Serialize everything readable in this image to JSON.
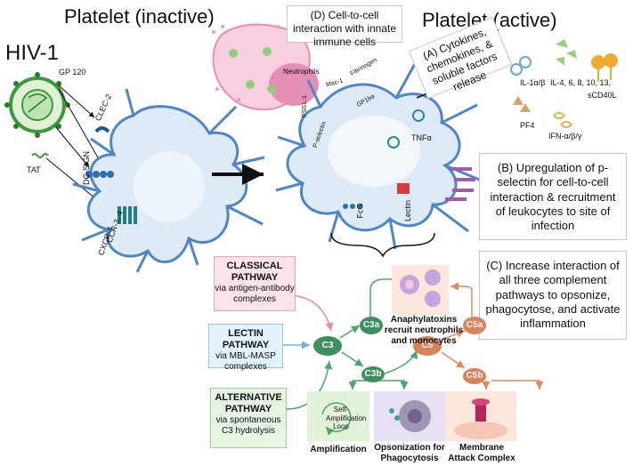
{
  "titles": {
    "platelet_inactive": "Platelet (inactive)",
    "platelet_active": "Platelet (active)",
    "hiv": "HIV-1"
  },
  "virus_labels": {
    "gp120": "GP 120",
    "tat": "TAT",
    "clec2": "CLEC-2",
    "dcsign": "DC-SIGN",
    "receptors": "CCR-3, 4",
    "cxcr": "CXCR-4"
  },
  "section_d": {
    "text": "(D) Cell-to-cell interaction with innate immune cells",
    "neutrophils": "Neutrophils",
    "psgl1": "PSGL-1",
    "mac1": "Mac-1",
    "fibrinogen": "Fibrinogen",
    "gp1b": "GP1ba",
    "p_selectin": "P-selectin"
  },
  "section_a": {
    "text": "(A) Cytokines, chemokines, & soluble factors release",
    "il1": "IL-1α/β",
    "ils": "IL-4, 6, 8, 10, 13,",
    "ifn": "IFN-α/β/γ",
    "pf4": "PF4",
    "scd40l": "sCD40L",
    "tnf": "TNFα"
  },
  "section_b": {
    "text": "(B) Upregulation of p-selectin for cell-to-cell interaction & recruitment of leukocytes to site of infection"
  },
  "section_c": {
    "text": "(C) Increase interaction of all three complement pathways to opsonize, phagocytose, and activate inflammation"
  },
  "active_labels": {
    "fcg": "FcG",
    "lectin": "Lectin"
  },
  "pathways": {
    "classical": {
      "title": "CLASSICAL PATHWAY",
      "sub": "via antigen-antibody complexes"
    },
    "lectin": {
      "title": "LECTIN PATHWAY",
      "sub": "via MBL-MASP complexes"
    },
    "alternative": {
      "title": "ALTERNATIVE PATHWAY",
      "sub": "via spontaneous C3 hydrolysis"
    }
  },
  "complement_nodes": {
    "c3": "C3",
    "c3a": "C3a",
    "c3b": "C3b",
    "c5": "C5",
    "c5a": "C5a",
    "c5b": "C5b"
  },
  "outcomes": {
    "anaphylatoxins": "Anaphylatoxins recruit neutrophils and monocytes",
    "self_amp": "Self-Amplification Loop",
    "amplification": "Amplification",
    "opsonization": "Opsonization for Phagocytosis",
    "mac": "Membrane Attack Complex"
  },
  "colors": {
    "platelet": "#4f86c6",
    "platelet_fill": "#dfeaf7",
    "neutrophil": "#e58fb5",
    "virus": "#3c9a3c",
    "c3": "#3e8f5e",
    "c5": "#d8835a",
    "classical_bg": "#fde4ec",
    "lectin_bg": "#e4f3fb",
    "alt_bg": "#e6f5e3"
  }
}
